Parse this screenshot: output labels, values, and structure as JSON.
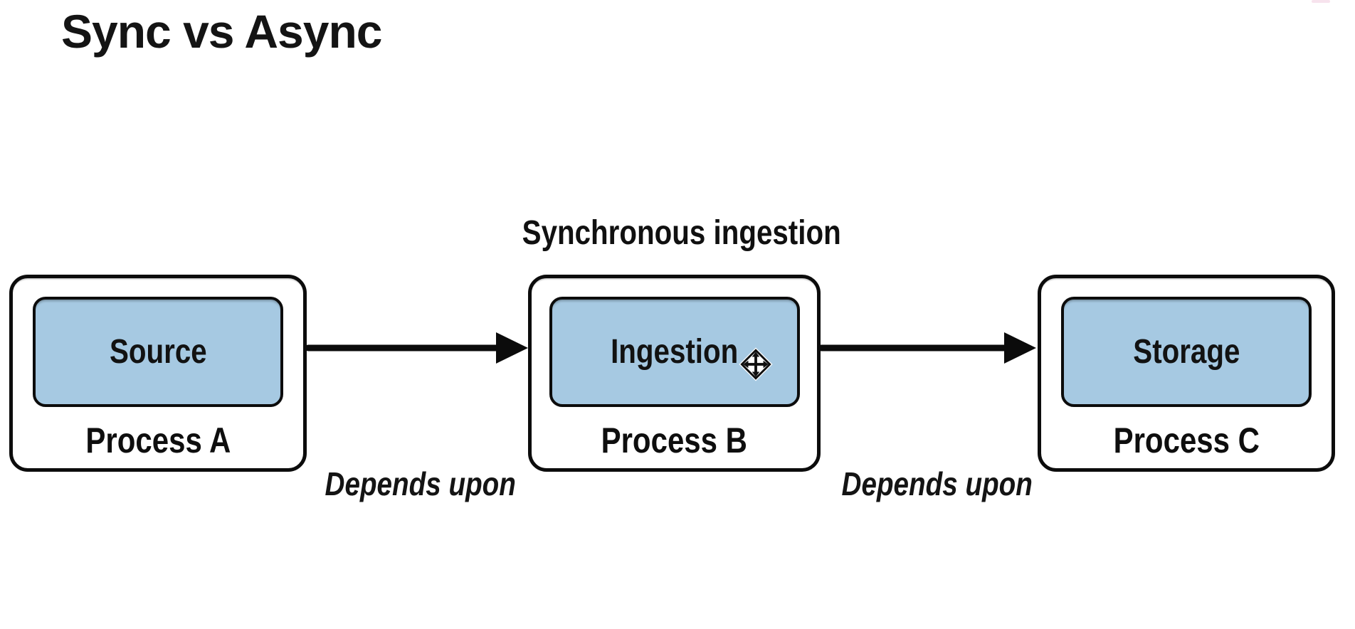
{
  "page": {
    "title": "Sync vs Async"
  },
  "diagram": {
    "caption": "Synchronous ingestion",
    "processes": [
      {
        "node_label": "Source",
        "box_label": "Process A"
      },
      {
        "node_label": "Ingestion",
        "box_label": "Process B"
      },
      {
        "node_label": "Storage",
        "box_label": "Process C"
      }
    ],
    "edges": [
      {
        "label": "Depends upon"
      },
      {
        "label": "Depends upon"
      }
    ],
    "colors": {
      "node_fill": "#a6c9e2",
      "stroke": "#0c0c0c",
      "background": "#ffffff"
    },
    "cursor": "move-cursor"
  }
}
